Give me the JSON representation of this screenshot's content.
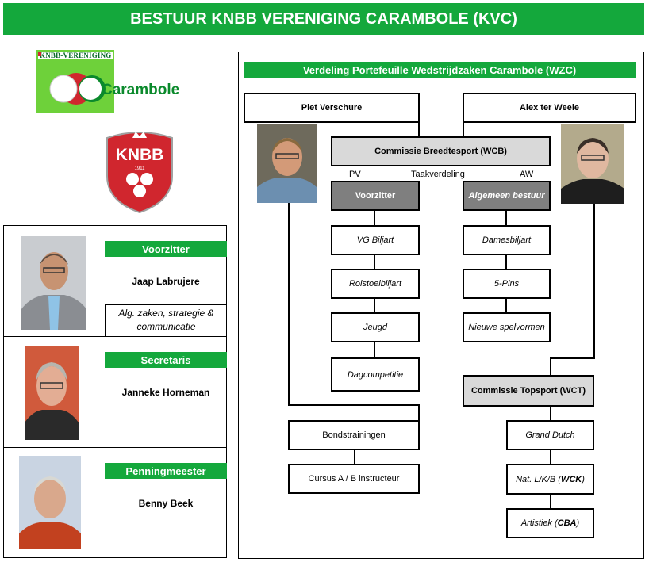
{
  "header": {
    "title": "BESTUUR KNBB VERENIGING CARAMBOLE (KVC)"
  },
  "logos": {
    "kvc_tag": "KNBB-VERENIGING",
    "kvc_word": "Carambole",
    "knbb_text": "KNBB",
    "knbb_year": "1911"
  },
  "board": [
    {
      "role": "Voorzitter",
      "name": "Jaap Labrujere",
      "duties": "Alg. zaken, strategie & communicatie"
    },
    {
      "role": "Secretaris",
      "name": "Janneke Horneman"
    },
    {
      "role": "Penningmeester",
      "name": "Benny Beek"
    }
  ],
  "org": {
    "title": "Verdeling Portefeuille Wedstrijdzaken Carambole (WZC)",
    "left_person": "Piet Verschure",
    "right_person": "Alex ter Weele",
    "wcb": "Commissie Breedtesport (WCB)",
    "pv": "PV",
    "taakverdeling": "Taakverdeling",
    "aw": "AW",
    "voorzitter": "Voorzitter",
    "algemeen": "Algemeen bestuur",
    "left_items": [
      "VG Biljart",
      "Rolstoelbiljart",
      "Jeugd",
      "Dagcompetitie"
    ],
    "right_items": [
      "Damesbiljart",
      "5-Pins",
      "Nieuwe spelvormen"
    ],
    "wct": "Commissie Topsport (WCT)",
    "bonds": [
      "Bondstrainingen",
      "Cursus A / B instructeur"
    ],
    "top_items": [
      "Grand Dutch",
      "Artistiek ( CBA )"
    ],
    "natlkb": {
      "prefix": "Nat. L/K/B ( ",
      "bold": "WCK",
      "suffix": " )"
    },
    "artistiek": {
      "prefix": "Artistiek ( ",
      "bold": "CBA",
      "suffix": " )"
    }
  },
  "colors": {
    "green": "#14a83c",
    "logo_green": "#6ed13a",
    "knbb_red": "#d0262e",
    "grey": "#d9d9d9",
    "dark_grey": "#7f7f7f"
  }
}
